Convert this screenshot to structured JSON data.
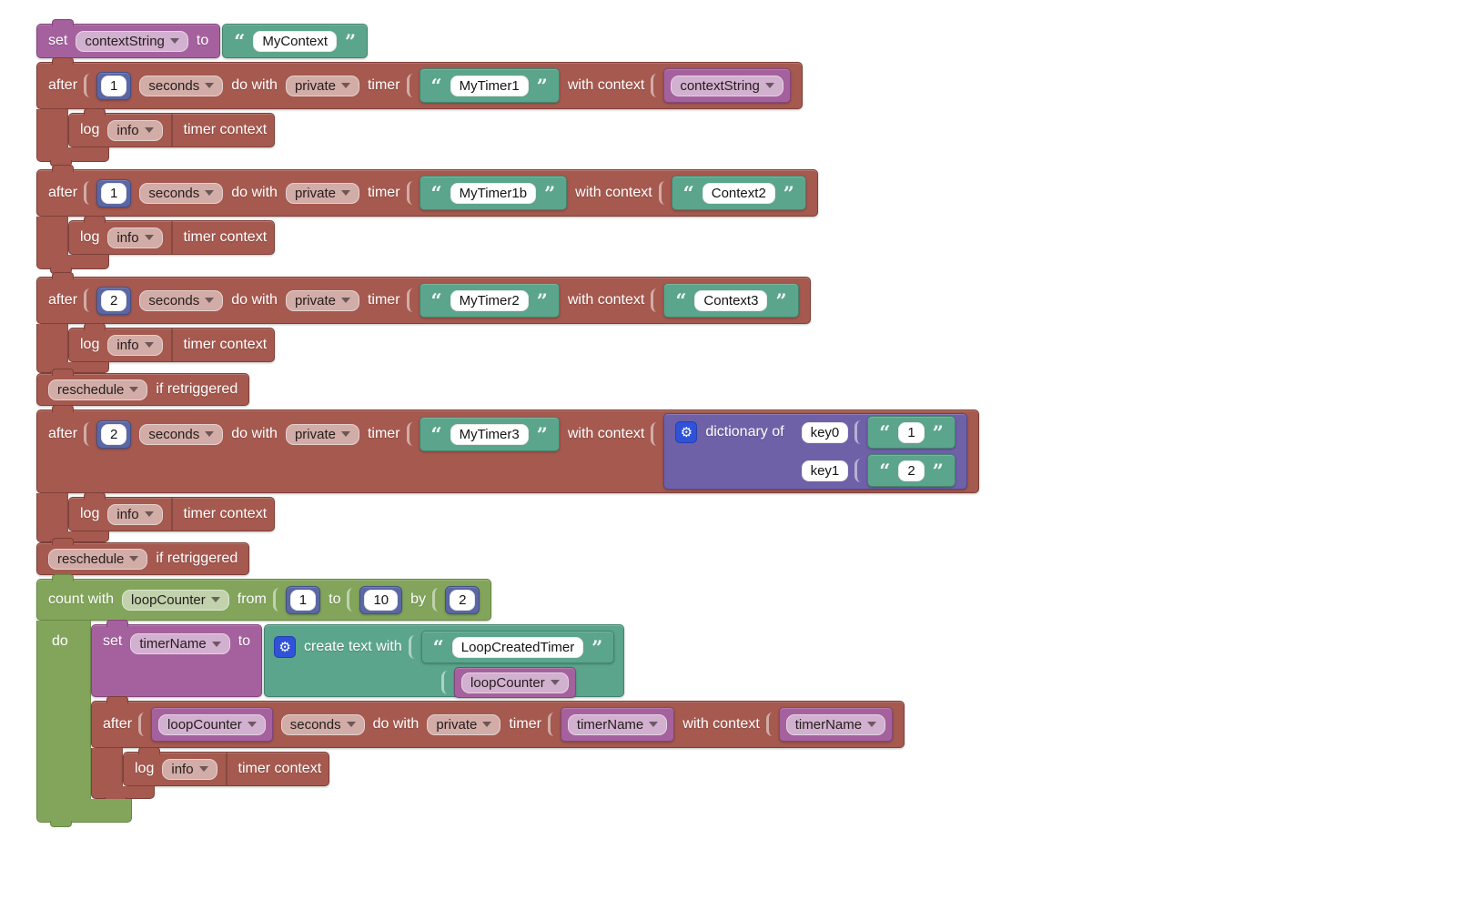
{
  "labels": {
    "set": "set",
    "to": "to",
    "after": "after",
    "do_with": "do with",
    "timer": "timer",
    "with_context": "with context",
    "log": "log",
    "timer_context": "timer context",
    "if_retriggered": "if retriggered",
    "dictionary_of": "dictionary of",
    "count_with": "count with",
    "from": "from",
    "range_to": "to",
    "by": "by",
    "do": "do",
    "create_text_with": "create text with",
    "open_quote": "“",
    "close_quote": "”"
  },
  "colors": {
    "timer_block": "#a5594f",
    "string_block": "#5ba58c",
    "variable_block": "#a5619e",
    "dictionary_block": "#6f61a8",
    "loop_block": "#82a55b",
    "math_block": "#5b67a5",
    "gear_button": "#2f52d8"
  },
  "set_context": {
    "variable": "contextString",
    "value": "MyContext"
  },
  "timer1": {
    "delay": "1",
    "unit": "seconds",
    "scope": "private",
    "name": "MyTimer1",
    "context_variable": "contextString",
    "log_level": "info"
  },
  "timer1b": {
    "delay": "1",
    "unit": "seconds",
    "scope": "private",
    "name": "MyTimer1b",
    "context_value": "Context2",
    "log_level": "info"
  },
  "timer2": {
    "delay": "2",
    "unit": "seconds",
    "scope": "private",
    "name": "MyTimer2",
    "context_value": "Context3",
    "log_level": "info",
    "reschedule_mode": "reschedule"
  },
  "timer3": {
    "delay": "2",
    "unit": "seconds",
    "scope": "private",
    "name": "MyTimer3",
    "log_level": "info",
    "reschedule_mode": "reschedule",
    "dictionary": {
      "entries": [
        {
          "key": "key0",
          "value": "1"
        },
        {
          "key": "key1",
          "value": "2"
        }
      ]
    }
  },
  "loop": {
    "variable": "loopCounter",
    "from": "1",
    "to": "10",
    "by": "2",
    "set_timer_name": {
      "variable": "timerName",
      "text": "LoopCreatedTimer",
      "append_variable": "loopCounter"
    },
    "timer": {
      "delay_variable": "loopCounter",
      "unit": "seconds",
      "scope": "private",
      "name_variable": "timerName",
      "context_variable": "timerName",
      "log_level": "info"
    }
  }
}
